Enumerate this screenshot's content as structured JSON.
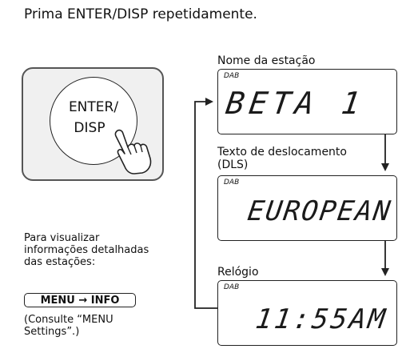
{
  "instruction": "Prima ENTER/DISP repetidamente.",
  "button": {
    "line1": "ENTER/",
    "line2": "DISP"
  },
  "displays": [
    {
      "label": "Nome da estação",
      "tag": "DAB",
      "text": "BETA 1"
    },
    {
      "label_line1": "Texto de deslocamento",
      "label_line2": "(DLS)",
      "tag": "DAB",
      "text": "EUROPEAN"
    },
    {
      "label": "Relógio",
      "tag": "DAB",
      "text": "11:55AM"
    }
  ],
  "side_text": {
    "line1": "Para visualizar",
    "line2": "informações detalhadas",
    "line3": "das estações:"
  },
  "menu_path": "MENU → INFO",
  "note": {
    "line1": "(Consulte “MENU",
    "line2": "Settings”.)"
  }
}
